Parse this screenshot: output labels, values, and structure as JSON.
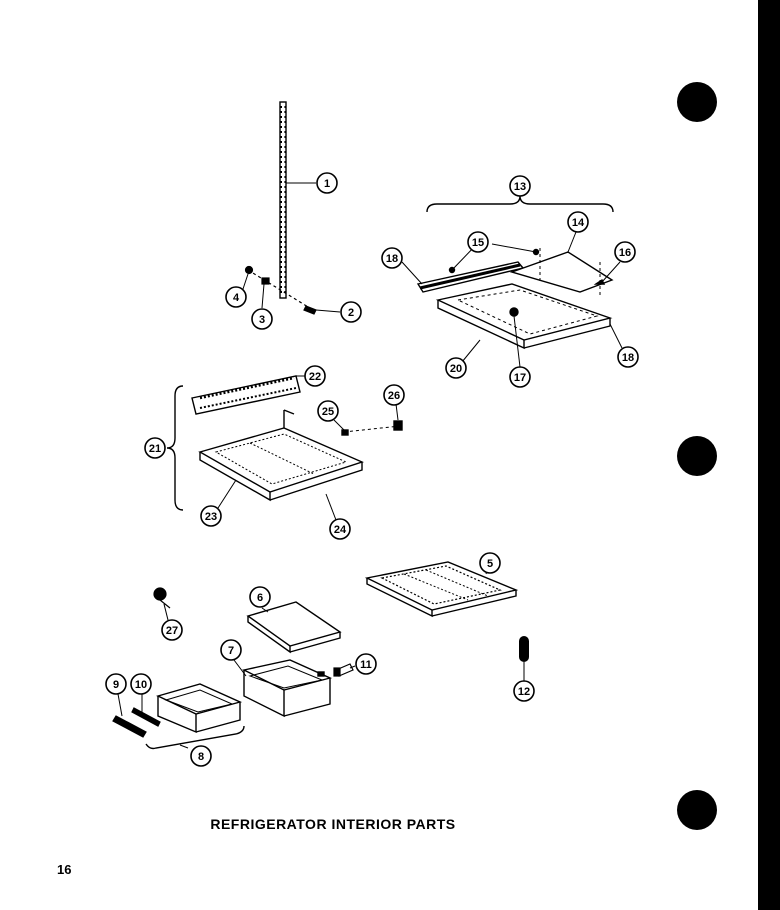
{
  "caption": "REFRIGERATOR INTERIOR PARTS",
  "page_number": "16",
  "callouts": [
    "1",
    "2",
    "3",
    "4",
    "5",
    "6",
    "7",
    "8",
    "9",
    "10",
    "11",
    "12",
    "13",
    "14",
    "15",
    "16",
    "17",
    "18",
    "18",
    "20",
    "21",
    "22",
    "23",
    "24",
    "25",
    "26",
    "27"
  ]
}
